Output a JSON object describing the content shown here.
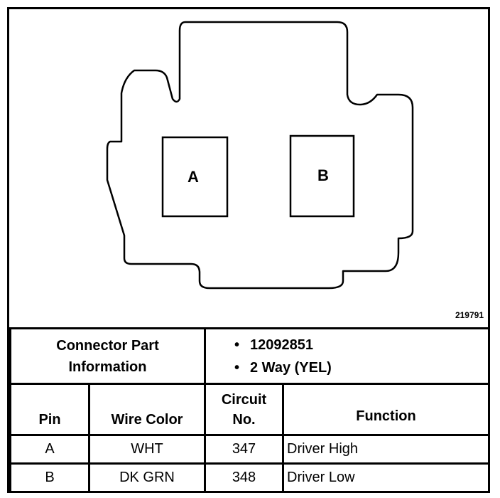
{
  "figure_number": "219791",
  "connector": {
    "pins": [
      {
        "label": "A"
      },
      {
        "label": "B"
      }
    ]
  },
  "part_info": {
    "label_line1": "Connector Part",
    "label_line2": "Information",
    "items": [
      "12092851",
      "2 Way (YEL)"
    ],
    "bullet": "•"
  },
  "table": {
    "headers": {
      "pin": "Pin",
      "wire_color": "Wire Color",
      "circuit_line1": "Circuit",
      "circuit_line2": "No.",
      "function": "Function"
    },
    "rows": [
      {
        "pin": "A",
        "wire_color": "WHT",
        "circuit": "347",
        "function": "Driver High"
      },
      {
        "pin": "B",
        "wire_color": "DK GRN",
        "circuit": "348",
        "function": "Driver Low"
      }
    ]
  }
}
